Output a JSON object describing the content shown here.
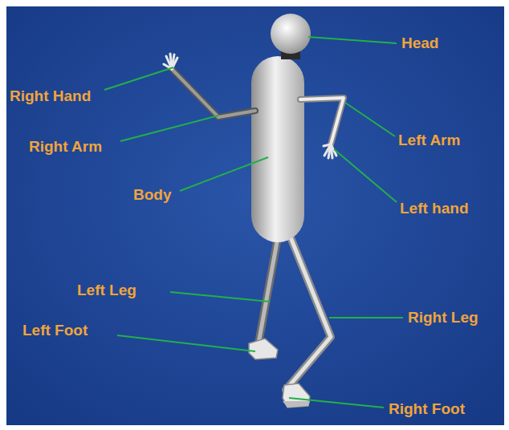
{
  "diagram": {
    "labels": [
      "Head",
      "Right Hand",
      "Right Arm",
      "Left Arm",
      "Body",
      "Left hand",
      "Left Leg",
      "Right Leg",
      "Left Foot",
      "Right Foot"
    ]
  }
}
